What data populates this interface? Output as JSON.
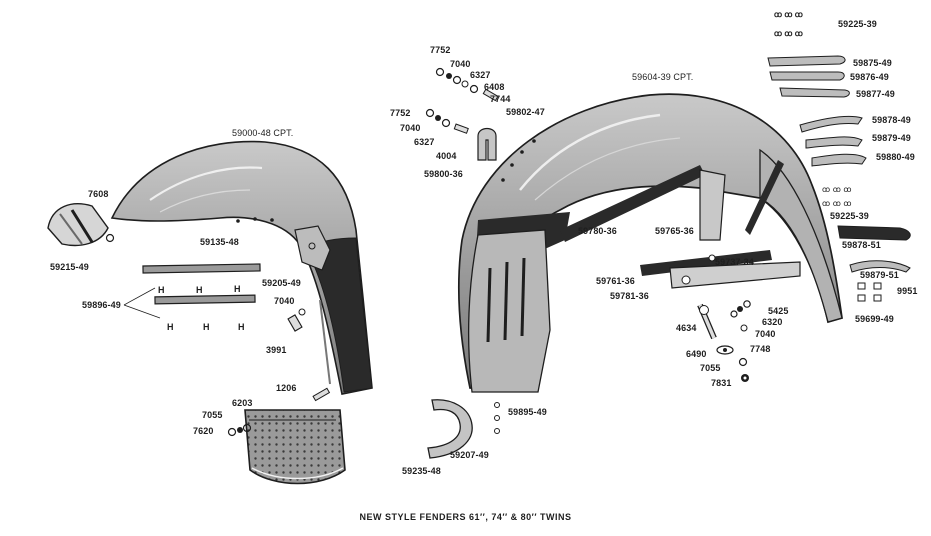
{
  "caption": "NEW STYLE FENDERS 61′′, 74′′ & 80′′ TWINS",
  "colors": {
    "ink": "#1e1e1e",
    "fender_fill": "#a9a9a9",
    "shadow": "#2a2a2a",
    "paper": "#ffffff"
  },
  "rear_fender": {
    "assembly_label": "59000-48   CPT.",
    "parts": {
      "p7608": "7608",
      "p59215": "59215-49",
      "p59135": "59135-48",
      "p59205": "59205-49",
      "p59896": "59896-49",
      "p7040": "7040",
      "p3991": "3991"
    }
  },
  "front_fender": {
    "assembly_label": "59604-39   CPT.",
    "parts": {
      "p7752a": "7752",
      "p7040a": "7040",
      "p6327a": "6327",
      "p6408": "6408",
      "p7744": "7744",
      "p59802": "59802-47",
      "p7752b": "7752",
      "p7040b": "7040",
      "p6327b": "6327",
      "p4004": "4004",
      "p59800": "59800-36",
      "p59780": "59780-36",
      "p59765": "59765-36",
      "p59761": "59761-36",
      "p59737": "59737-34",
      "p59781": "59781-36",
      "p4634": "4634",
      "p5425": "5425",
      "p6320": "6320",
      "p7040c": "7040",
      "p7748": "7748",
      "p6490": "6490",
      "p7055b": "7055",
      "p7831": "7831"
    }
  },
  "flap": {
    "parts": {
      "p1206": "1206",
      "p6203": "6203",
      "p7055": "7055",
      "p7620": "7620",
      "p59235": "59235-48"
    }
  },
  "brace": {
    "parts": {
      "p59207": "59207-49",
      "p59895": "59895-49"
    }
  },
  "trims": {
    "parts": {
      "p59225a": "59225-39",
      "p59875": "59875-49",
      "p59876": "59876-49",
      "p59877": "59877-49",
      "p59878": "59878-49",
      "p59879": "59879-49",
      "p59880": "59880-49",
      "p59225b": "59225-39",
      "p59878_51": "59878-51",
      "p59879_51": "59879-51",
      "p9951": "9951",
      "p59699": "59699-49"
    }
  }
}
